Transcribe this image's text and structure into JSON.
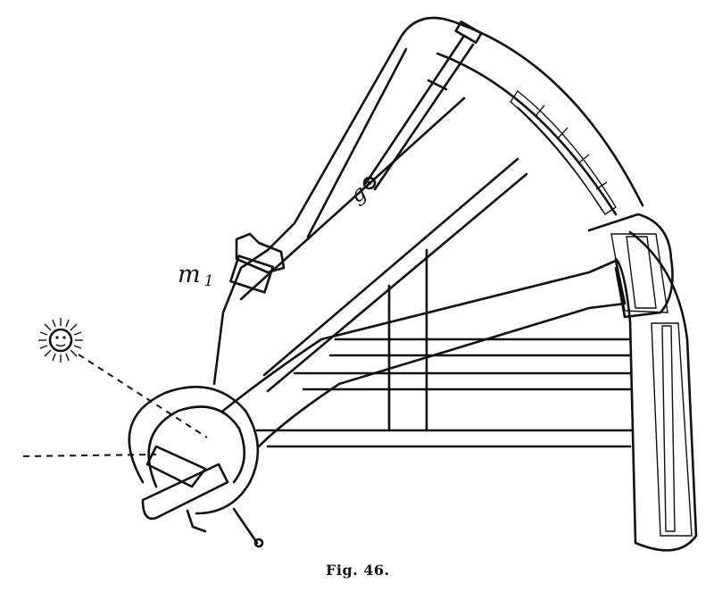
{
  "labels": {
    "m1_main": "m",
    "m1_sub": "1",
    "g": "g"
  },
  "caption": "Fig. 46."
}
